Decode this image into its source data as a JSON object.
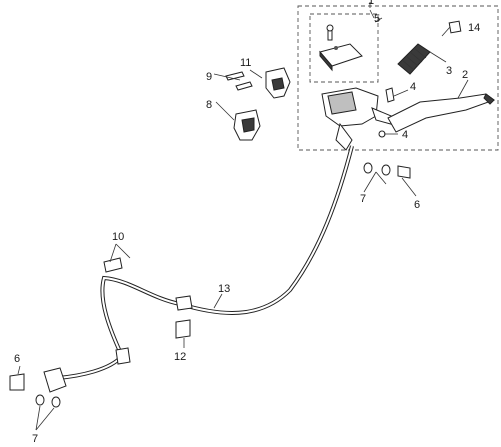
{
  "callouts": {
    "c1": "1",
    "c2": "2",
    "c3": "3",
    "c4a": "4",
    "c4b": "4",
    "c5": "5",
    "c6a": "6",
    "c6b": "6",
    "c7a": "7",
    "c7b": "7",
    "c8": "8",
    "c9": "9",
    "c10": "10",
    "c11": "11",
    "c12": "12",
    "c13": "13",
    "c14": "14"
  },
  "colors": {
    "line": "#222222",
    "part_fill": "#ffffff",
    "shade": "#bfbfbf",
    "dark": "#3a3a3a"
  }
}
